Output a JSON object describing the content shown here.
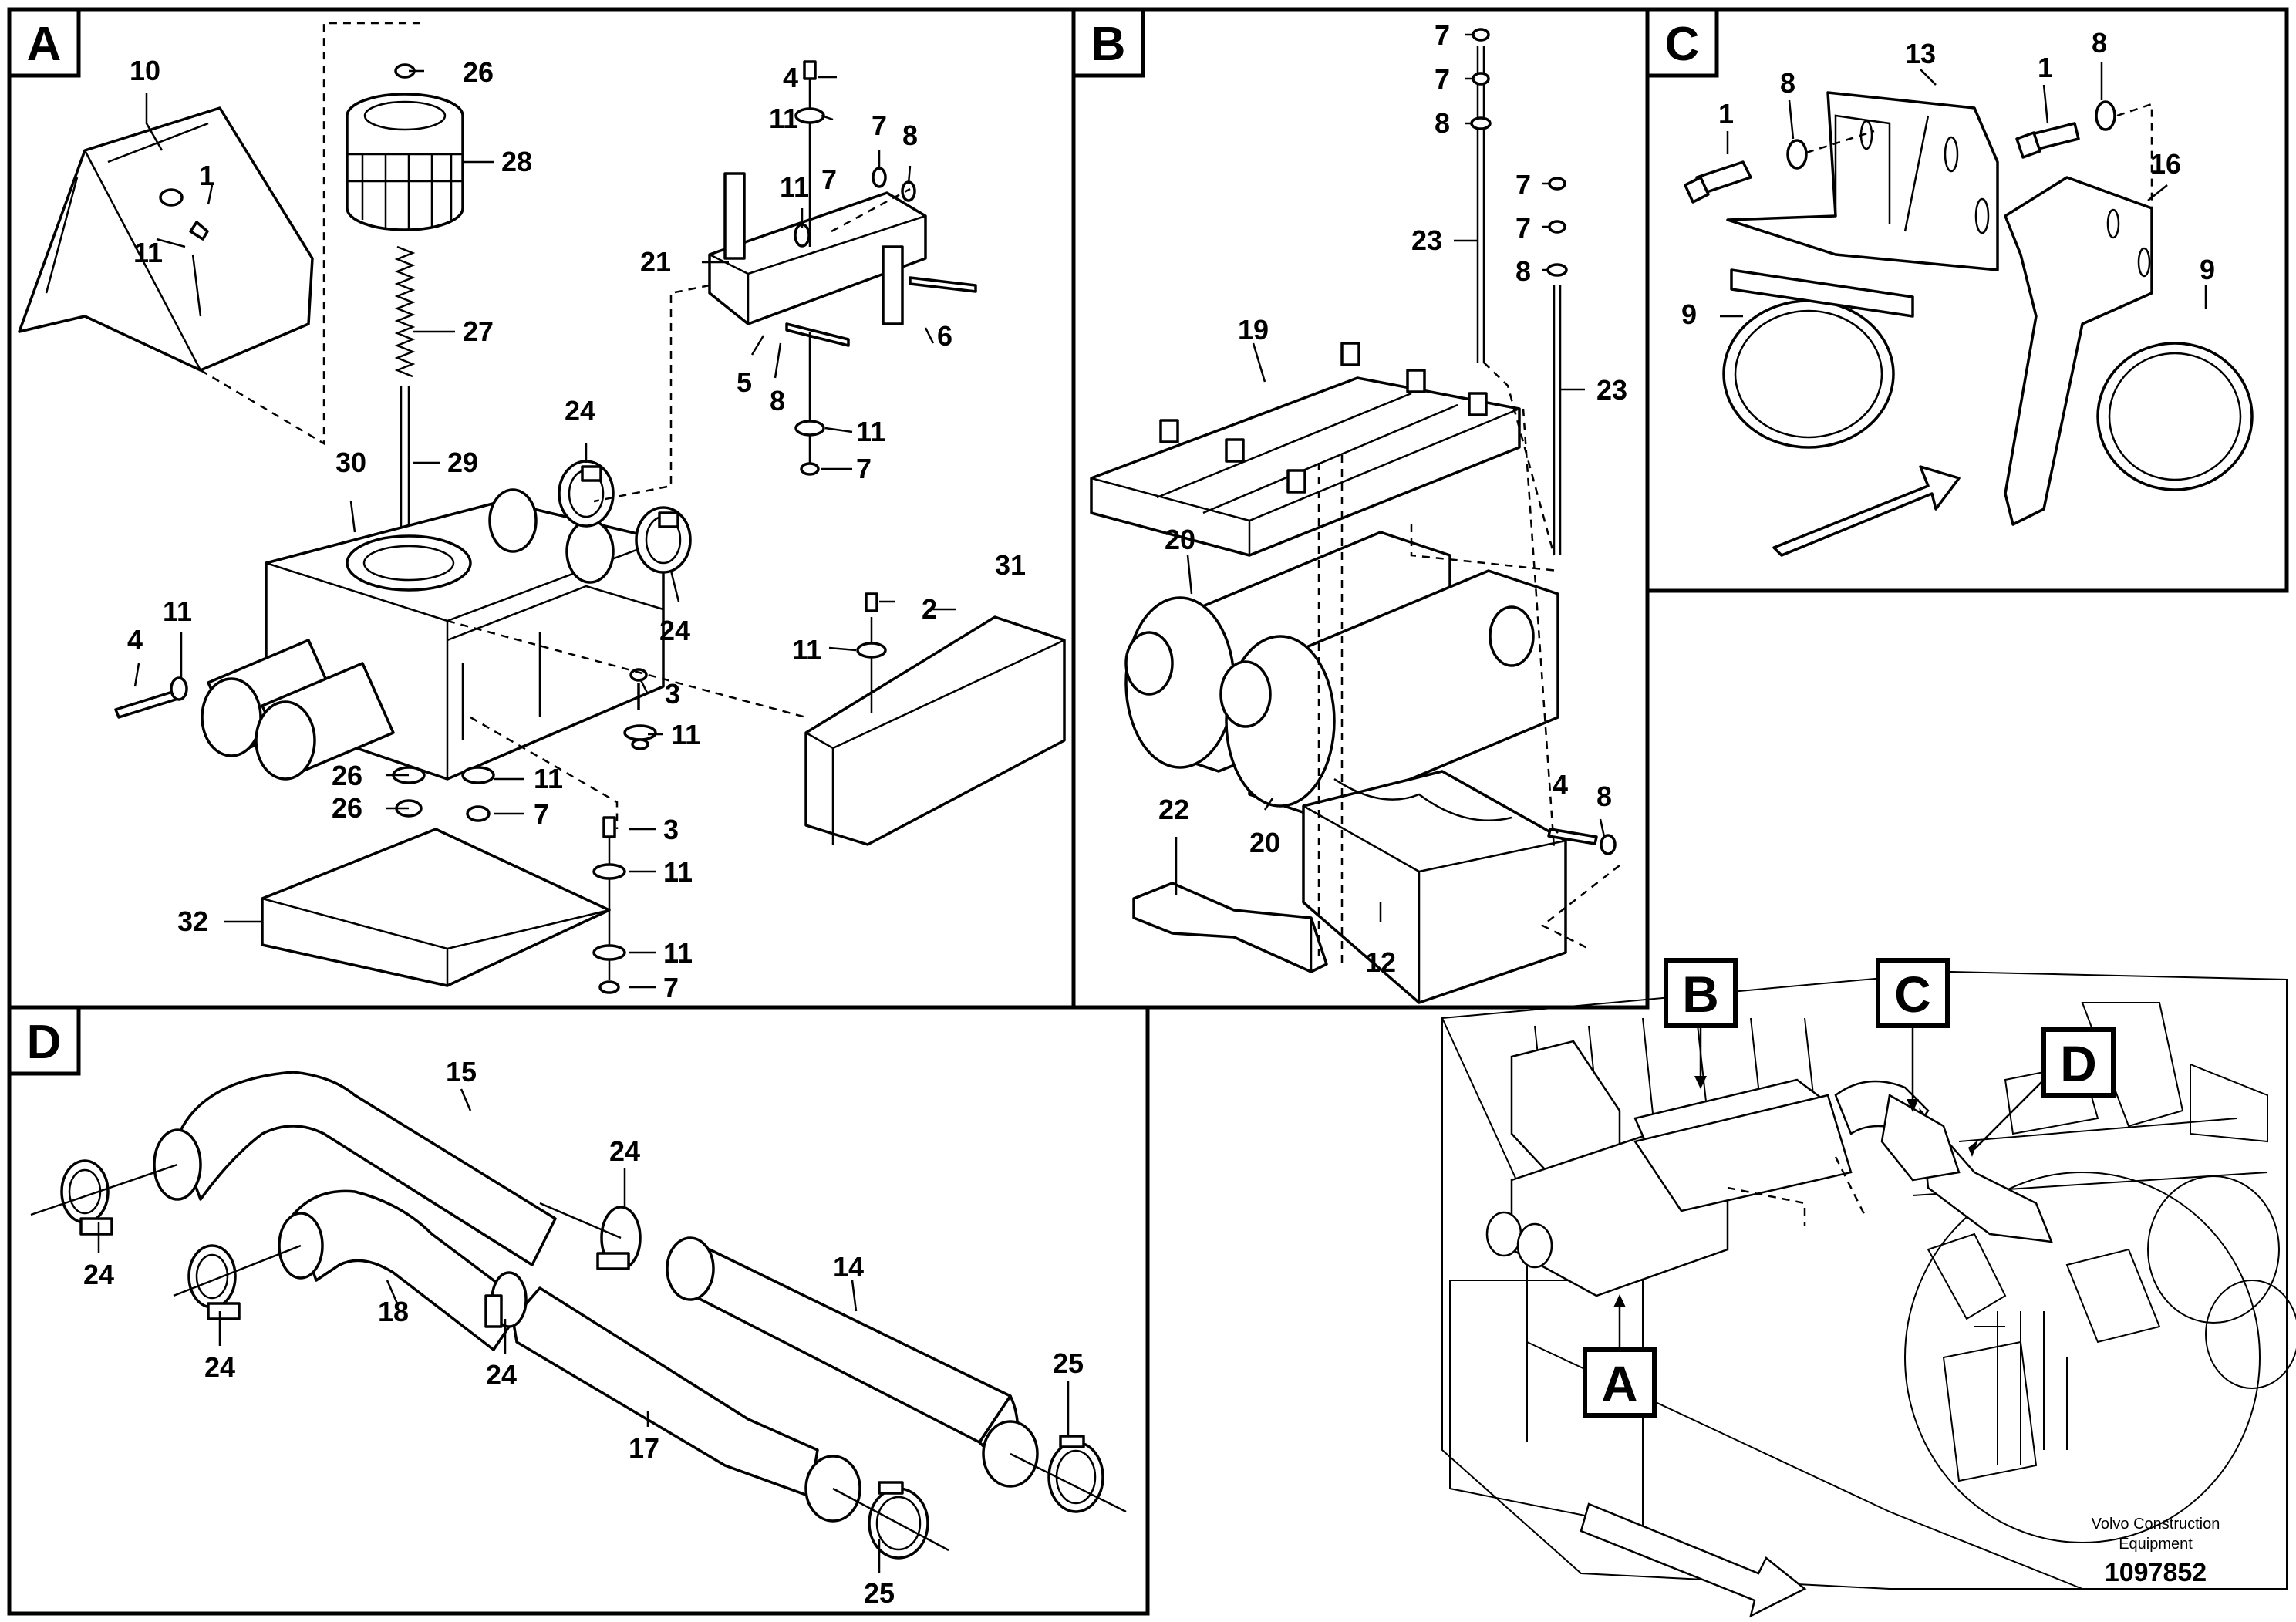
{
  "panels": {
    "a": {
      "letter": "A",
      "labels": [
        "10",
        "1",
        "11",
        "26",
        "28",
        "27",
        "29",
        "30",
        "24",
        "24",
        "4",
        "11",
        "26",
        "26",
        "11",
        "7",
        "3",
        "11",
        "3",
        "11",
        "11",
        "7",
        "32",
        "4",
        "11",
        "7",
        "8",
        "11",
        "7",
        "21",
        "6",
        "5",
        "8",
        "11",
        "7",
        "31",
        "2",
        "11"
      ]
    },
    "b": {
      "letter": "B",
      "labels": [
        "7",
        "7",
        "8",
        "7",
        "7",
        "8",
        "23",
        "23",
        "19",
        "20",
        "20",
        "22",
        "4",
        "8",
        "12"
      ]
    },
    "c": {
      "letter": "C",
      "labels": [
        "13",
        "8",
        "1",
        "1",
        "8",
        "16",
        "9",
        "9"
      ]
    },
    "d": {
      "letter": "D",
      "labels": [
        "15",
        "24",
        "24",
        "18",
        "24",
        "24",
        "14",
        "17",
        "25",
        "25"
      ]
    }
  },
  "overview": {
    "callouts": [
      "B",
      "C",
      "D",
      "A"
    ],
    "brand_line1": "Volvo Construction",
    "brand_line2": "Equipment",
    "doc_number": "1097852"
  }
}
